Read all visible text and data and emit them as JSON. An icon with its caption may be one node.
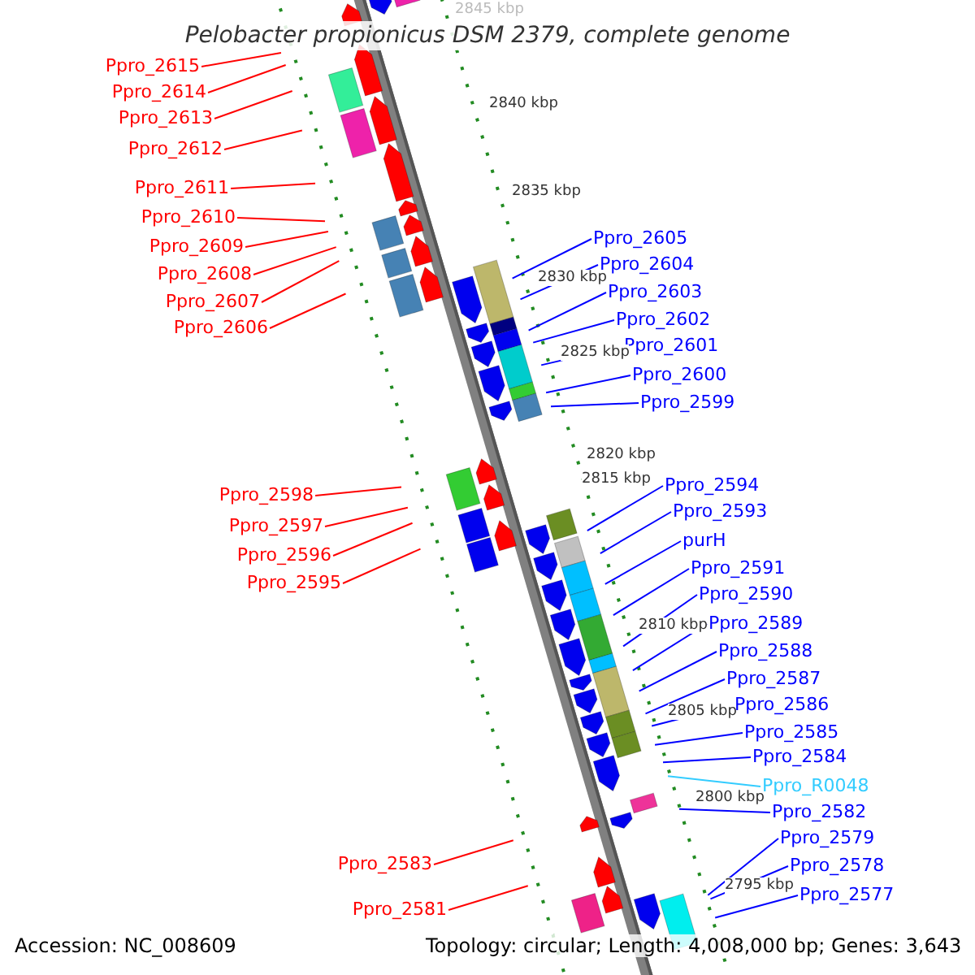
{
  "diagram": {
    "title": "Pelobacter propionicus DSM 2379, complete genome",
    "nodes": [
      {
        "text": [
          "Ppro_2615"
        ]
      },
      {
        "text": [
          "Ppro_2614"
        ]
      },
      {
        "text": [
          "Ppro_2613"
        ]
      },
      {
        "text": [
          "Ppro_2612"
        ]
      },
      {
        "text": [
          "Ppro_2611"
        ]
      },
      {
        "text": [
          "Ppro_2610"
        ]
      },
      {
        "text": [
          "Ppro_2609"
        ]
      },
      {
        "text": [
          "Ppro_2608"
        ]
      },
      {
        "text": [
          "Ppro_2607"
        ]
      },
      {
        "text": [
          "Ppro_2606"
        ]
      },
      {
        "text": [
          "Ppro_2605"
        ]
      },
      {
        "text": [
          "Ppro_2604"
        ]
      },
      {
        "text": [
          "Ppro_2603"
        ]
      },
      {
        "text": [
          "Ppro_2602"
        ]
      },
      {
        "text": [
          "Ppro_2601"
        ]
      },
      {
        "text": [
          "Ppro_2600"
        ]
      },
      {
        "text": [
          "Ppro_2599"
        ]
      },
      {
        "text": [
          "Ppro_2598"
        ]
      },
      {
        "text": [
          "Ppro_2597"
        ]
      },
      {
        "text": [
          "Ppro_2596"
        ]
      },
      {
        "text": [
          "Ppro_2595"
        ]
      },
      {
        "text": [
          "Ppro_2594"
        ]
      },
      {
        "text": [
          "Ppro_2593"
        ]
      },
      {
        "text": [
          "purH"
        ]
      },
      {
        "text": [
          "Ppro_2591"
        ]
      },
      {
        "text": [
          "Ppro_2590"
        ]
      },
      {
        "text": [
          "Ppro_2589"
        ]
      },
      {
        "text": [
          "Ppro_2588"
        ]
      },
      {
        "text": [
          "Ppro_2587"
        ]
      },
      {
        "text": [
          "Ppro_2586"
        ]
      },
      {
        "text": [
          "Ppro_2585"
        ]
      },
      {
        "text": [
          "Ppro_2584"
        ]
      },
      {
        "text": [
          "Ppro_R0048"
        ]
      },
      {
        "text": [
          "Ppro_2582"
        ]
      },
      {
        "text": [
          "Ppro_2579"
        ]
      },
      {
        "text": [
          "Ppro_2578"
        ]
      },
      {
        "text": [
          "Ppro_2577"
        ]
      },
      {
        "text": [
          "Ppro_2583"
        ]
      },
      {
        "text": [
          "Ppro_2581"
        ]
      }
    ],
    "edges": [
      {
        "from": 0,
        "to": null,
        "arrow": "none",
        "color": "#ff0000"
      },
      {
        "from": 1,
        "to": null,
        "arrow": "none",
        "color": "#ff0000"
      },
      {
        "from": 2,
        "to": null,
        "arrow": "none",
        "color": "#ff0000"
      },
      {
        "from": 3,
        "to": null,
        "arrow": "none",
        "color": "#ff0000"
      },
      {
        "from": 4,
        "to": null,
        "arrow": "none",
        "color": "#ff0000"
      },
      {
        "from": 5,
        "to": null,
        "arrow": "none",
        "color": "#ff0000"
      },
      {
        "from": 6,
        "to": null,
        "arrow": "none",
        "color": "#ff0000"
      },
      {
        "from": 7,
        "to": null,
        "arrow": "none",
        "color": "#ff0000"
      },
      {
        "from": 8,
        "to": null,
        "arrow": "none",
        "color": "#ff0000"
      },
      {
        "from": 9,
        "to": null,
        "arrow": "none",
        "color": "#ff0000"
      },
      {
        "from": 10,
        "to": null,
        "arrow": "none"
      },
      {
        "from": 11,
        "to": null,
        "arrow": "none"
      },
      {
        "from": 12,
        "to": null,
        "arrow": "none"
      },
      {
        "from": 13,
        "to": null,
        "arrow": "none"
      },
      {
        "from": 14,
        "to": null,
        "arrow": "none"
      },
      {
        "from": 15,
        "to": null,
        "arrow": "none"
      },
      {
        "from": 16,
        "to": null,
        "arrow": "none"
      },
      {
        "from": 17,
        "to": null,
        "arrow": "none",
        "color": "#ff0000"
      },
      {
        "from": 18,
        "to": null,
        "arrow": "none",
        "color": "#ff0000"
      },
      {
        "from": 19,
        "to": null,
        "arrow": "none",
        "color": "#ff0000"
      },
      {
        "from": 20,
        "to": null,
        "arrow": "none",
        "color": "#ff0000"
      },
      {
        "from": 21,
        "to": null,
        "arrow": "none"
      },
      {
        "from": 22,
        "to": null,
        "arrow": "none"
      },
      {
        "from": 23,
        "to": null,
        "arrow": "none"
      },
      {
        "from": 24,
        "to": null,
        "arrow": "none"
      },
      {
        "from": 25,
        "to": null,
        "arrow": "none"
      },
      {
        "from": 26,
        "to": null,
        "arrow": "none"
      },
      {
        "from": 27,
        "to": null,
        "arrow": "none"
      },
      {
        "from": 28,
        "to": null,
        "arrow": "none"
      },
      {
        "from": 29,
        "to": null,
        "arrow": "none"
      },
      {
        "from": 30,
        "to": null,
        "arrow": "none"
      },
      {
        "from": 31,
        "to": null,
        "arrow": "none"
      },
      {
        "from": 32,
        "to": null,
        "arrow": "none",
        "color": "#33ccff"
      },
      {
        "from": 33,
        "to": null,
        "arrow": "none"
      },
      {
        "from": 34,
        "to": null,
        "arrow": "none"
      },
      {
        "from": 35,
        "to": null,
        "arrow": "none"
      },
      {
        "from": 36,
        "to": null,
        "arrow": "none"
      },
      {
        "from": 37,
        "to": null,
        "arrow": "none",
        "color": "#ff0000"
      },
      {
        "from": 38,
        "to": null,
        "arrow": "none",
        "color": "#ff0000"
      }
    ],
    "labels": [
      "2845 kbp",
      "2840 kbp",
      "2835 kbp",
      "2830 kbp",
      "2825 kbp",
      "2820 kbp",
      "2815 kbp",
      "2810 kbp",
      "2805 kbp",
      "2800 kbp",
      "2795 kbp",
      "Accession: NC_008609",
      "Topology: circular; Length: 4,008,000 bp; Genes: 3,643"
    ]
  }
}
